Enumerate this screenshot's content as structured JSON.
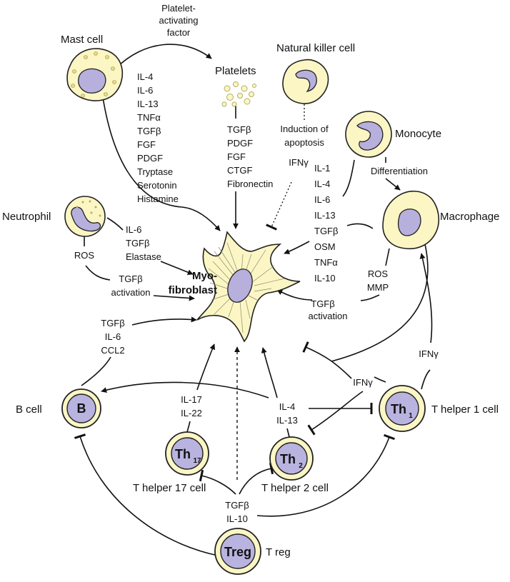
{
  "cells": {
    "mast": "Mast cell",
    "platelets": "Platelets",
    "nk": "Natural killer cell",
    "monocyte": "Monocyte",
    "macrophage": "Macrophage",
    "neutrophil": "Neutrophil",
    "myofibroblast_1": "Myo-",
    "myofibroblast_2": "fibroblast",
    "b_cell": "B cell",
    "b_symbol": "B",
    "th1": "T helper 1 cell",
    "th2": "T helper 2 cell",
    "th17": "T helper 17 cell",
    "treg": "T reg",
    "th_symbol": "Th",
    "th1_sub": "1",
    "th2_sub": "2",
    "th17_sub": "17",
    "treg_symbol": "Treg"
  },
  "labels": {
    "paf": [
      "Platelet-",
      "activating",
      "factor"
    ],
    "mast_factors": [
      "IL-4",
      "IL-6",
      "IL-13",
      "TNFα",
      "TGFβ",
      "FGF",
      "PDGF",
      "Tryptase",
      "Serotonin",
      "Histamine"
    ],
    "platelet_factors": [
      "TGFβ",
      "PDGF",
      "FGF",
      "CTGF",
      "Fibronectin"
    ],
    "nk_apoptosis": [
      "Induction of",
      "apoptosis"
    ],
    "ifn_gamma": "IFNγ",
    "differentiation": "Differentiation",
    "macrophage_factors": [
      "IL-1",
      "IL-4",
      "IL-6",
      "IL-13",
      "TGFβ",
      "OSM",
      "TNFα",
      "IL-10"
    ],
    "neutrophil_factors": [
      "IL-6",
      "TGFβ",
      "Elastase"
    ],
    "ros": "ROS",
    "tgfb_activation": [
      "TGFβ",
      "activation"
    ],
    "ros_mmp": [
      "ROS",
      "MMP"
    ],
    "b_factors": [
      "TGFβ",
      "IL-6",
      "CCL2"
    ],
    "th17_factors": [
      "IL-17",
      "IL-22"
    ],
    "th2_factors": [
      "IL-4",
      "IL-13"
    ],
    "treg_factors": [
      "TGFβ",
      "IL-10"
    ]
  }
}
